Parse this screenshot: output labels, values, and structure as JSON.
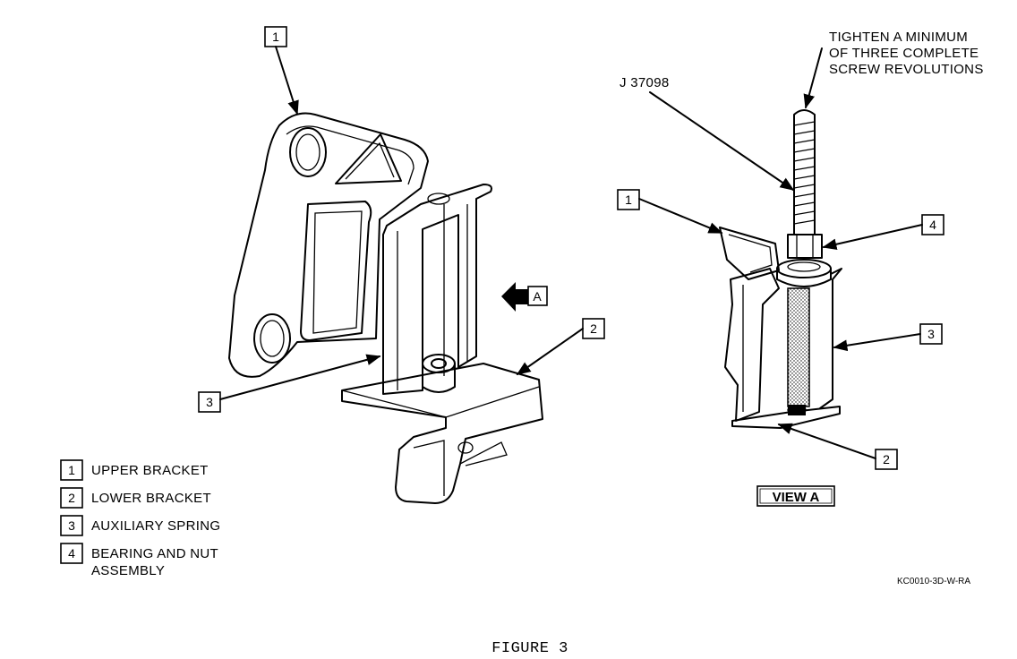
{
  "callouts": {
    "upper_bracket_num": "1",
    "lower_bracket_num": "2",
    "aux_spring_num": "3",
    "view_a_upper_num": "1",
    "view_a_bearing_num": "4",
    "view_a_spring_num": "3",
    "view_a_lower_num": "2",
    "view_arrow_letter": "A"
  },
  "tool": {
    "id": "J 37098",
    "note_lines": [
      "TIGHTEN A MINIMUM",
      "OF THREE COMPLETE",
      "SCREW REVOLUTIONS"
    ]
  },
  "view_label": "VIEW A",
  "legend": [
    {
      "num": "1",
      "lines": [
        "UPPER BRACKET"
      ]
    },
    {
      "num": "2",
      "lines": [
        "LOWER BRACKET"
      ]
    },
    {
      "num": "3",
      "lines": [
        "AUXILIARY SPRING"
      ]
    },
    {
      "num": "4",
      "lines": [
        "BEARING AND NUT",
        "ASSEMBLY"
      ]
    }
  ],
  "ref_code": "KC0010-3D-W-RA",
  "figure_caption": "FIGURE 3"
}
